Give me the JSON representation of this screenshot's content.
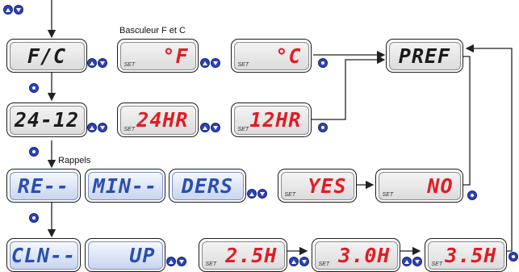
{
  "labels": {
    "toggle": "Basculeur F et C",
    "recalls": "Rappels"
  },
  "set_label": "SET",
  "displays": {
    "fc": "F/C",
    "f": "°F",
    "c": "°C",
    "pref": "PREF",
    "t2412": "24-12",
    "h24": "24HR",
    "h12": "12HR",
    "re": "RE--",
    "min": "MIN--",
    "ders": "DERS",
    "yes": "YES",
    "no": "NO",
    "cln": "CLN--",
    "up": "UP",
    "v25": "2.5H",
    "v30": "3.0H",
    "v35": "3.5H"
  },
  "icons": {
    "updown": "up-down-arrow-buttons",
    "light": "light-bulb-button"
  },
  "colors": {
    "segment_black": "#1b1b1b",
    "segment_red": "#e31b23",
    "segment_blue": "#2a4fb0",
    "button_blue": "#2a43b8"
  }
}
